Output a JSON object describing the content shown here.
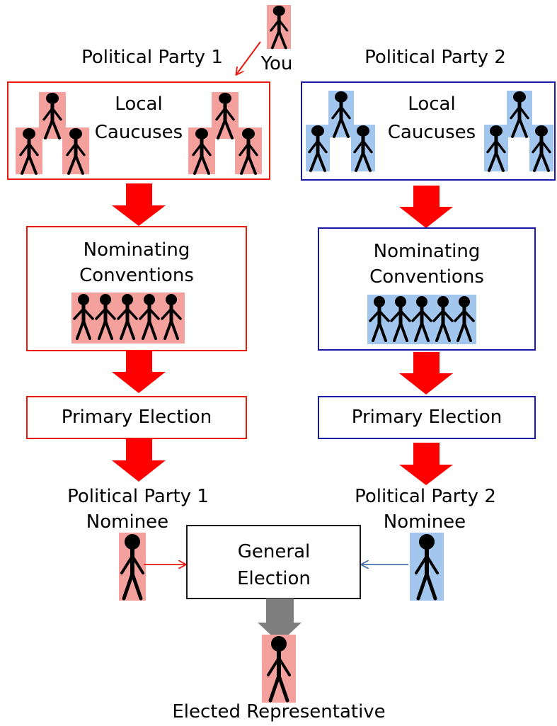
{
  "colors": {
    "party1": "#e8190e",
    "party1_fill": "#f4a09c",
    "party2": "#1a1aa8",
    "party2_fill": "#a3c6ee",
    "general": "#000000",
    "arrow_gray": "#7f7f7f",
    "blue_arrow": "#4a72b0"
  },
  "you_label": "You",
  "party1": {
    "title": "Political Party 1",
    "local": [
      "Local",
      "Caucuses"
    ],
    "conventions": [
      "Nominating",
      "Conventions"
    ],
    "primary": "Primary Election",
    "nominee": [
      "Political Party 1",
      "Nominee"
    ]
  },
  "party2": {
    "title": "Political Party 2",
    "local": [
      "Local",
      "Caucuses"
    ],
    "conventions": [
      "Nominating",
      "Conventions"
    ],
    "primary": "Primary Election",
    "nominee": [
      "Political Party 2",
      "Nominee"
    ]
  },
  "general": [
    "General",
    "Election"
  ],
  "result": "Elected Representative",
  "icons": {
    "person": "stick-figure-icon",
    "flow_arrow": "down-arrow-icon"
  }
}
